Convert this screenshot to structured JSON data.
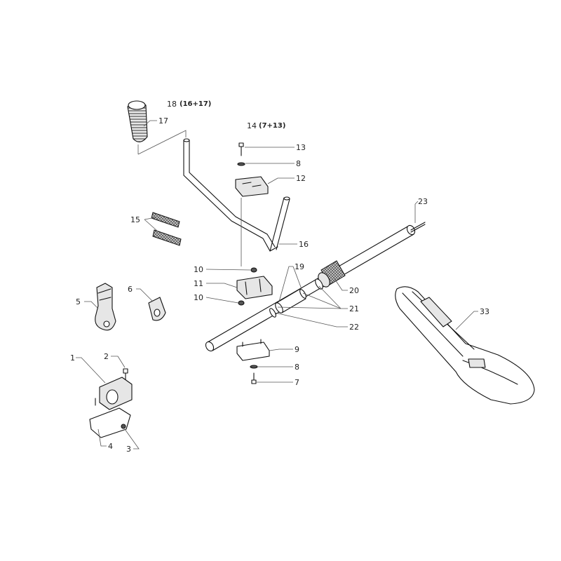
{
  "labels": {
    "p1": "1",
    "p2": "2",
    "p3": "3",
    "p4": "4",
    "p5": "5",
    "p6": "6",
    "p7": "7",
    "p8a": "8",
    "p8b": "8",
    "p9": "9",
    "p10a": "10",
    "p10b": "10",
    "p11": "11",
    "p12": "12",
    "p13": "13",
    "p14": "14",
    "p14_sub": "(7+13)",
    "p15": "15",
    "p16": "16",
    "p17": "17",
    "p18": "18",
    "p18_sub": "(16+17)",
    "p19": "19",
    "p20": "20",
    "p21": "21",
    "p22": "22",
    "p23": "23",
    "p33": "33"
  }
}
